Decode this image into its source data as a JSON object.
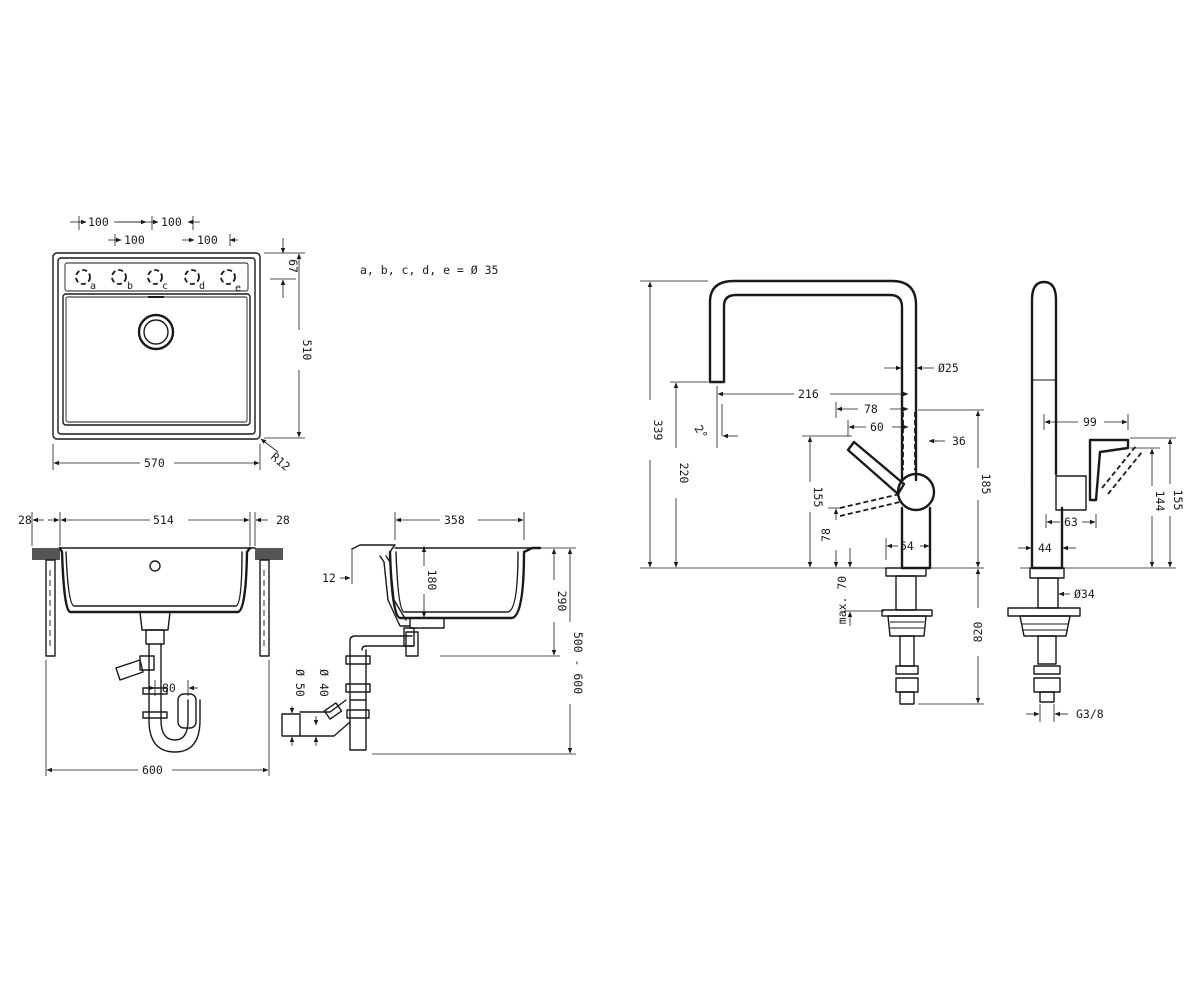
{
  "sink_top_view": {
    "hole_spacing_top": [
      "100",
      "100"
    ],
    "hole_spacing_bottom": [
      "100",
      "100"
    ],
    "hole_labels": [
      "a",
      "b",
      "c",
      "d",
      "e"
    ],
    "width": "570",
    "height": "510",
    "deck_depth": "67",
    "corner_radius": "R12"
  },
  "hole_note": "a, b, c, d, e = Ø 35",
  "sink_front_section": {
    "rim_left": "28",
    "bowl_width": "514",
    "rim_right": "28",
    "cabinet_width": "600",
    "trap_offset": "80"
  },
  "sink_side_section": {
    "depth": "358",
    "bowl_depth": "180",
    "rim_thickness": "12",
    "drain_height": "290",
    "cabinet_range": "500 - 600",
    "pipe_d1": "Ø 50",
    "pipe_d2": "Ø 40"
  },
  "faucet_front": {
    "total_height": "339",
    "spout_height": "220",
    "reach": "216",
    "spout_angle": "2°",
    "tube_dia": "Ø25",
    "lever_78": "78",
    "lever_60": "60",
    "lever_36": "36",
    "body_height": "185",
    "lever_height": "155",
    "lever_low": "78",
    "base_width": "54",
    "max_thickness": "max. 70",
    "hose_length": "820"
  },
  "faucet_side": {
    "lever_reach": "99",
    "height_155": "155",
    "height_144": "144",
    "offset_63": "63",
    "base_44": "44",
    "base_dia": "Ø34",
    "thread": "G3/8"
  }
}
